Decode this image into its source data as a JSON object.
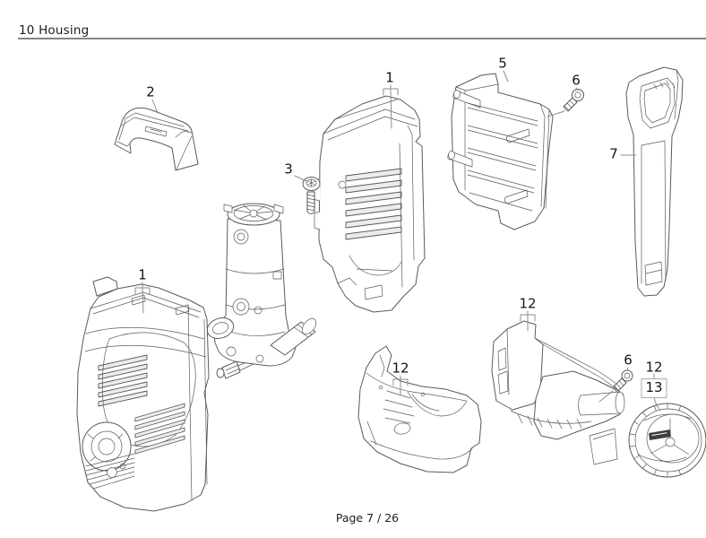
{
  "page": {
    "header": {
      "section_title": "10 Housing"
    },
    "footer": {
      "page_indicator": "Page 7 / 26"
    }
  },
  "diagram": {
    "type": "exploded-parts-diagram",
    "subject": "pressure washer housing components line art",
    "callouts": [
      {
        "label": "2"
      },
      {
        "label": "1"
      },
      {
        "label": "3"
      },
      {
        "label": "5"
      },
      {
        "label": "6"
      },
      {
        "label": "7"
      },
      {
        "label": "1"
      },
      {
        "label": "12"
      },
      {
        "label": "12"
      },
      {
        "label": "6"
      },
      {
        "label": "12"
      },
      {
        "label": "13"
      }
    ],
    "colors": {
      "line_art": "#5a5a5a",
      "leader_lines": "#8c8c8c",
      "label_text": "#141414",
      "boxed_label_border": "#ababab",
      "header_rule": "#848484",
      "background": "#ffffff"
    }
  }
}
